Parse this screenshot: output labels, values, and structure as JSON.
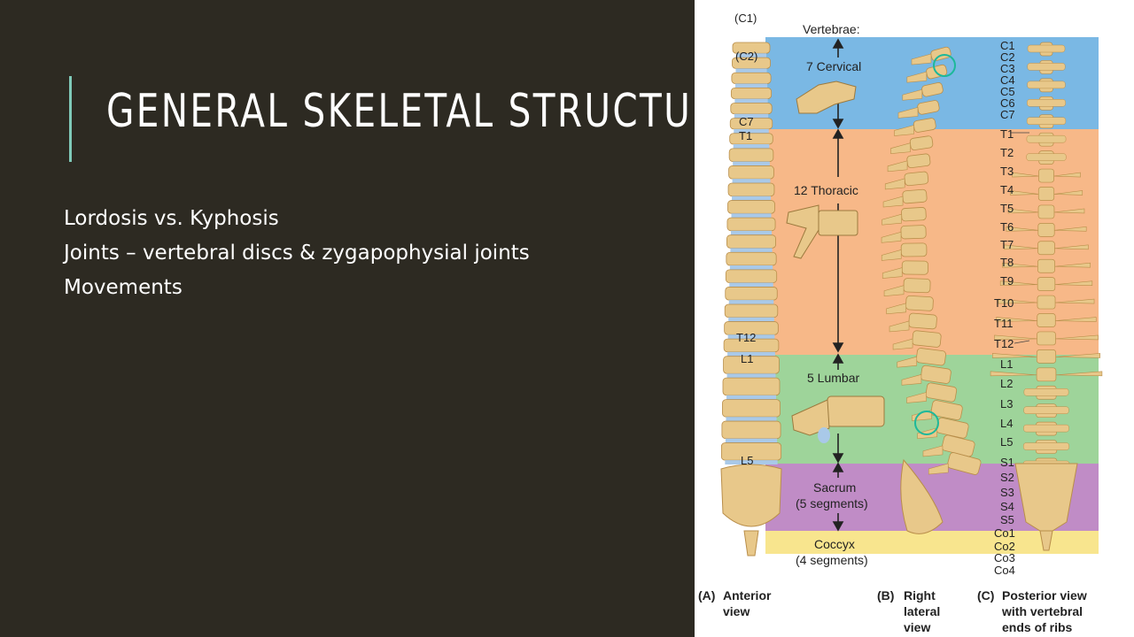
{
  "slide": {
    "title": "GENERAL SKELETAL STRUCTURE",
    "bullets": [
      "Lordosis vs. Kyphosis",
      "Joints – vertebral discs & zygapophysial joints",
      "Movements"
    ]
  },
  "figure": {
    "heading": "Vertebrae:",
    "regions": [
      {
        "label": "7 Cervical",
        "color": "#7ab8e4"
      },
      {
        "label": "12 Thoracic",
        "color": "#f7b888"
      },
      {
        "label": "5 Lumbar",
        "color": "#9ed49a"
      },
      {
        "label": "Sacrum",
        "sub": "(5 segments)",
        "color": "#c08cc6"
      },
      {
        "label": "Coccyx",
        "sub": "(4 segments)",
        "color": "#f8e58e"
      }
    ],
    "anterior_labels": [
      "(C1)",
      "(C2)",
      "C7",
      "T1",
      "T12",
      "L1",
      "L5"
    ],
    "right_labels": [
      "C1",
      "C2",
      "C3",
      "C4",
      "C5",
      "C6",
      "C7",
      "T1",
      "T2",
      "T3",
      "T4",
      "T5",
      "T6",
      "T7",
      "T8",
      "T9",
      "T10",
      "T11",
      "T12",
      "L1",
      "L2",
      "L3",
      "L4",
      "L5",
      "S1",
      "S2",
      "S3",
      "S4",
      "S5",
      "Co1",
      "Co2",
      "Co3",
      "Co4"
    ],
    "captions": [
      {
        "letter": "(A)",
        "text": [
          "Anterior",
          "view"
        ]
      },
      {
        "letter": "(B)",
        "text": [
          "Right",
          "lateral",
          "view"
        ]
      },
      {
        "letter": "(C)",
        "text": [
          "Posterior view",
          "with vertebral",
          "ends of ribs"
        ]
      }
    ],
    "colors": {
      "bone": "#e8c88a",
      "bone_dark": "#b98e4a",
      "disc": "#a9c9e8",
      "highlight": "#1db89a"
    }
  }
}
